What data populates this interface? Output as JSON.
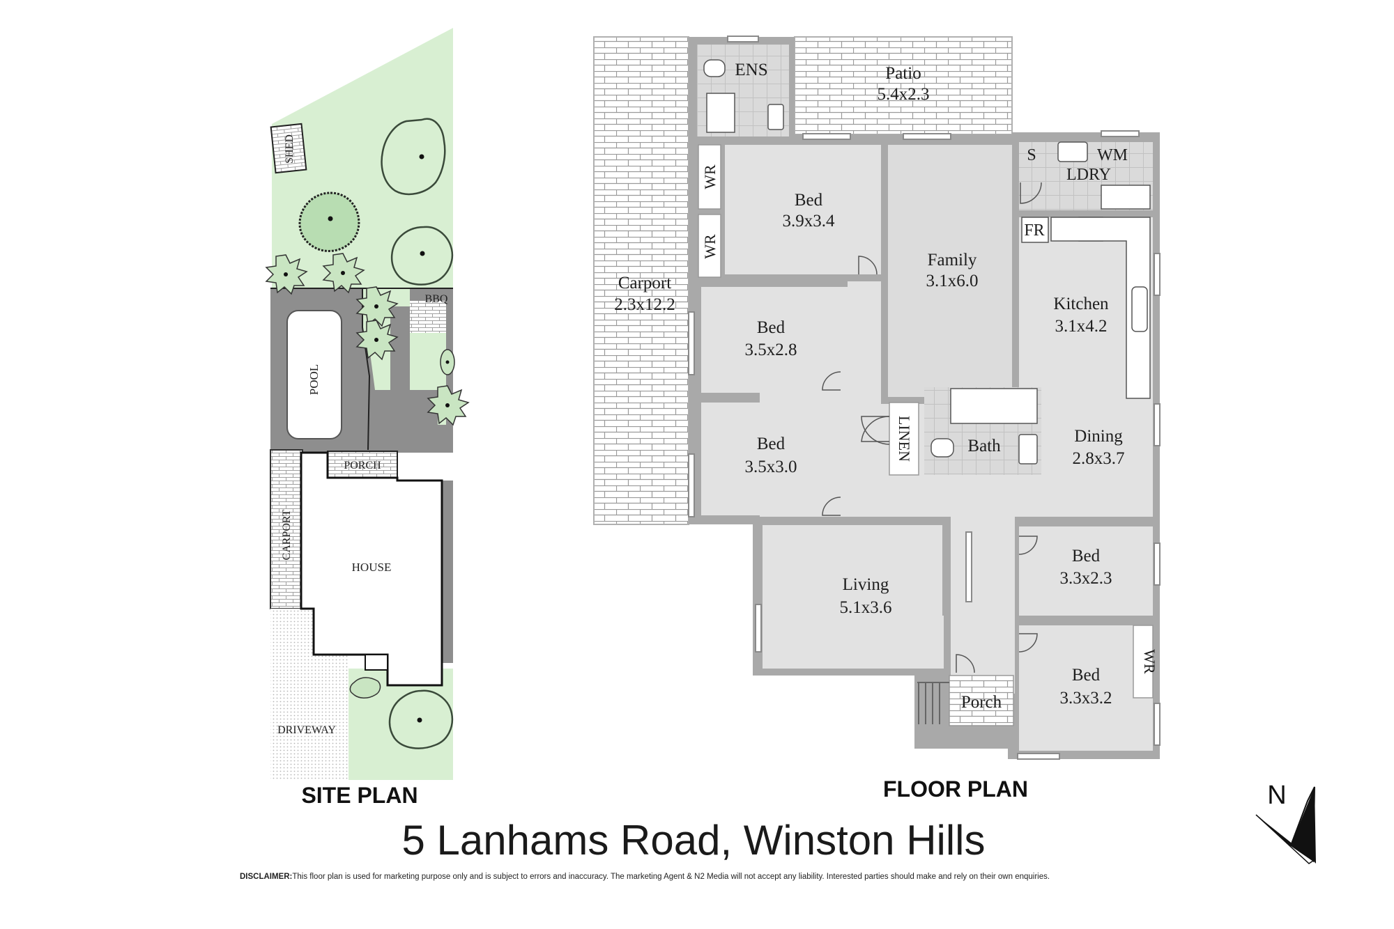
{
  "site_plan": {
    "heading": "SITE PLAN",
    "labels": {
      "shed": "SHED",
      "bbq": "BBQ",
      "pool": "POOL",
      "porch": "PORCH",
      "carport": "CARPORT",
      "house": "HOUSE",
      "driveway": "DRIVEWAY"
    }
  },
  "floor_plan": {
    "heading": "FLOOR PLAN",
    "rooms": {
      "ens": "ENS",
      "patio": {
        "name": "Patio",
        "size": "5.4x2.3"
      },
      "s": "S",
      "wm": "WM",
      "ldry": "LDRY",
      "wr1": "WR",
      "wr2": "WR",
      "bed1": {
        "name": "Bed",
        "size": "3.9x3.4"
      },
      "family": {
        "name": "Family",
        "size": "3.1x6.0"
      },
      "fr": "FR",
      "carport": {
        "name": "Carport",
        "size": "2.3x12.2"
      },
      "bed2": {
        "name": "Bed",
        "size": "3.5x2.8"
      },
      "kitchen": {
        "name": "Kitchen",
        "size": "3.1x4.2"
      },
      "bed3": {
        "name": "Bed",
        "size": "3.5x3.0"
      },
      "linen": "LINEN",
      "bath": "Bath",
      "dining": {
        "name": "Dining",
        "size": "2.8x3.7"
      },
      "living": {
        "name": "Living",
        "size": "5.1x3.6"
      },
      "bed4": {
        "name": "Bed",
        "size": "3.3x2.3"
      },
      "bed5": {
        "name": "Bed",
        "size": "3.3x3.2"
      },
      "wr3": "WR",
      "porch": "Porch"
    }
  },
  "compass": {
    "label": "N"
  },
  "address": "5 Lanhams Road, Winston Hills",
  "disclaimer": {
    "label": "DISCLAIMER:",
    "text": "This floor plan is used for marketing purpose only and is subject to errors and inaccuracy. The marketing Agent & N2 Media will not accept any liability. Interested parties should make and rely on their own enquiries."
  },
  "colors": {
    "lawn": "#d8efd2",
    "paving": "#8e8e8e",
    "room": "#e2e2e2",
    "wall": "#a9a9a9",
    "brick": "#ffffff"
  }
}
